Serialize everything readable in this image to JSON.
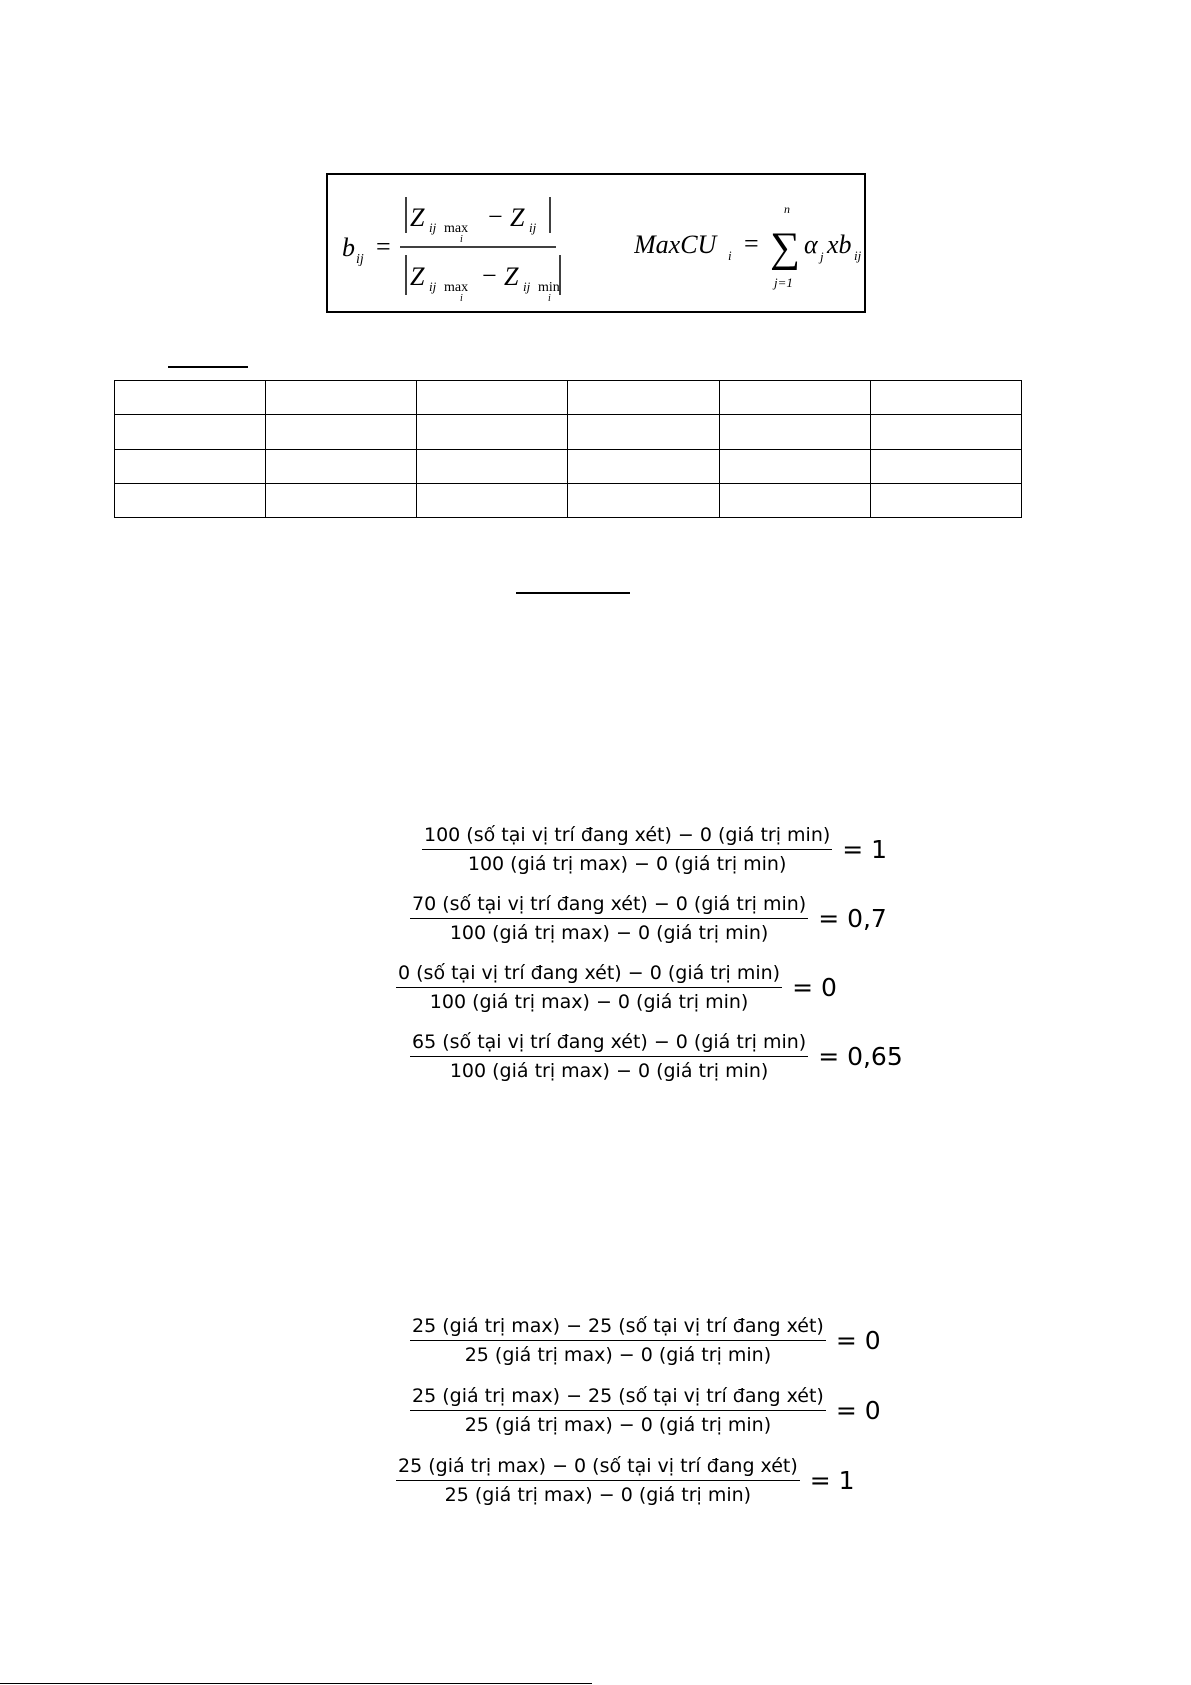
{
  "formula_box": {
    "b_lhs": "b",
    "b_lhs_sub": "ij",
    "eq_sign": "=",
    "z": "Z",
    "sub_ij": "ij",
    "max": "max",
    "min": "min",
    "sub_i": "i",
    "minus": "−",
    "max_cu": "MaxCU",
    "max_cu_sub": "i",
    "sum_top": "n",
    "sum_bottom": "j=1",
    "sigma": "∑",
    "alpha": "α",
    "alpha_sub": "j",
    "xb": "xb",
    "xb_sub": "ij"
  },
  "table": {
    "rows": 4,
    "cols": 6
  },
  "equations_a": [
    {
      "num": "100 (số tại vị trí đang xét) − 0 (giá trị min)",
      "den": "100 (giá trị max) − 0 (giá trị min)",
      "result": "= 1"
    },
    {
      "num": "70 (số tại vị trí đang xét) − 0 (giá trị min)",
      "den": "100 (giá trị max) − 0 (giá trị min)",
      "result": "= 0,7"
    },
    {
      "num": "0 (số tại vị trí đang xét) − 0 (giá trị min)",
      "den": "100 (giá trị max) − 0 (giá trị min)",
      "result": "= 0"
    },
    {
      "num": "65 (số tại vị trí đang xét) − 0 (giá trị min)",
      "den": "100 (giá trị max) − 0 (giá trị min)",
      "result": "= 0,65"
    }
  ],
  "equations_b": [
    {
      "num": "25 (giá trị max) − 25 (số tại vị trí đang xét)",
      "den": "25 (giá trị max) − 0 (giá trị min)",
      "result": "= 0"
    },
    {
      "num": "25 (giá trị max) − 25 (số tại vị trí đang xét)",
      "den": "25 (giá trị max) − 0 (giá trị min)",
      "result": "= 0"
    },
    {
      "num": "25 (giá trị max) − 0 (số tại vị trí đang xét)",
      "den": "25 (giá trị max) − 0 (giá trị min)",
      "result": "= 1"
    }
  ]
}
